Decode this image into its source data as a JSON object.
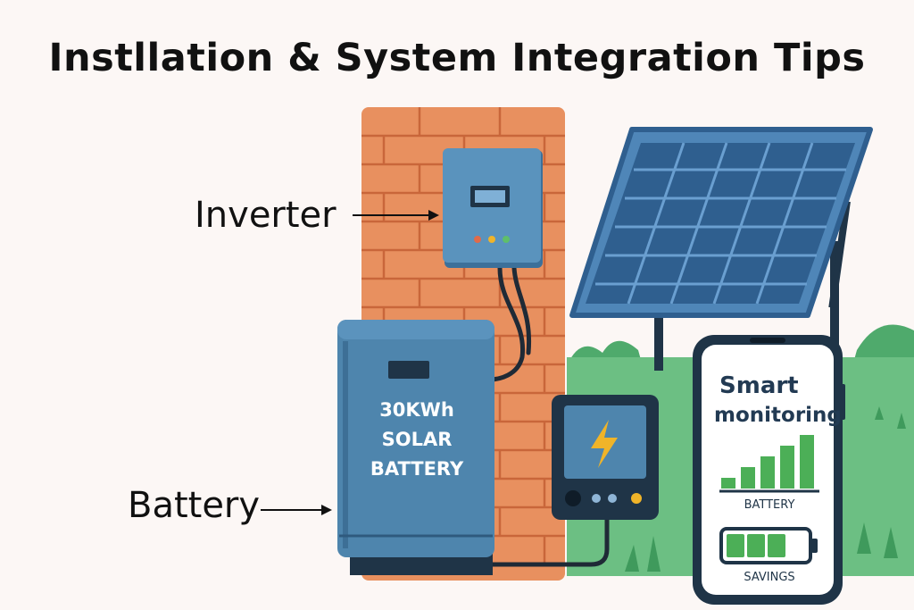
{
  "title": "Instllation & System Integration Tips",
  "labels": {
    "inverter": "Inverter",
    "battery": "Battery"
  },
  "battery_unit": {
    "line1": "30KWh",
    "line2": "SOLAR",
    "line3": "BATTERY"
  },
  "phone": {
    "heading_line1": "Smart",
    "heading_line2": "monitoring",
    "chart_label": "BATTERY",
    "battery_label": "SAVINGS",
    "chart_bars": [
      1,
      2,
      3,
      4,
      5
    ],
    "battery_cells_filled": 3,
    "battery_cells_total": 4
  },
  "colors": {
    "background": "#fcf7f5",
    "brick": "#e8905f",
    "brick_line": "#c9663a",
    "steel_blue": "#4e85ad",
    "dark_navy": "#1f3447",
    "panel_blue": "#2f5f8f",
    "grass": "#5fb37a",
    "bar_green": "#4caf57",
    "bolt_yellow": "#f0b429"
  },
  "icons": {
    "bolt": "lightning-bolt-icon"
  }
}
